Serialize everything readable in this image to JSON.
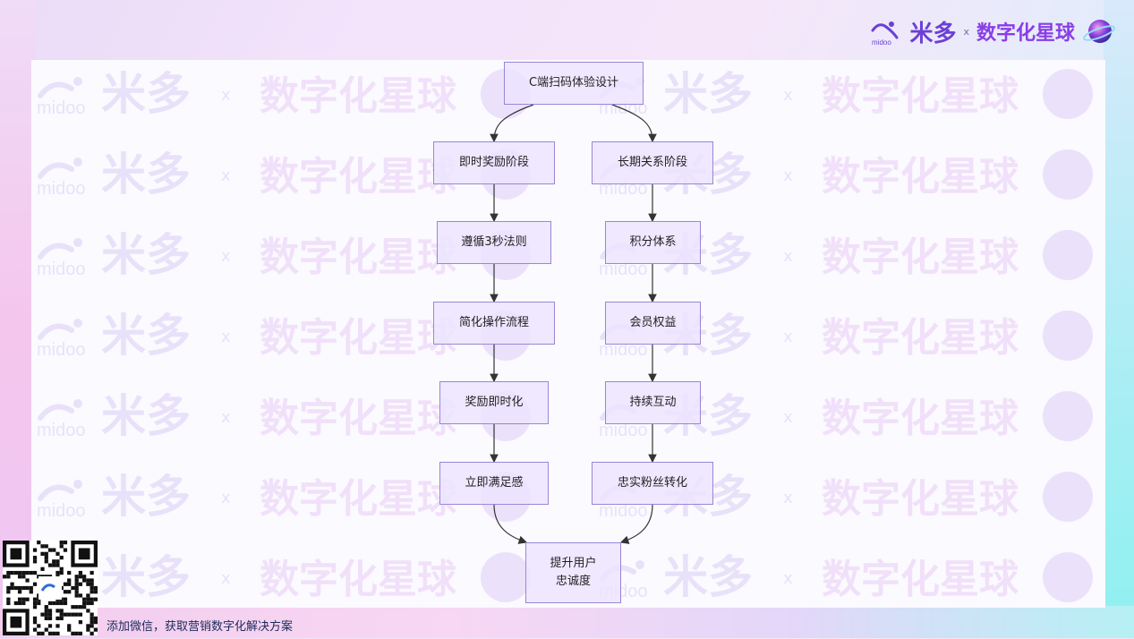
{
  "brand": {
    "logo_text": "米多",
    "logo_small": "midoo",
    "separator": "x",
    "partner": "数字化星球",
    "planet_icon": "planet-icon"
  },
  "watermark": {
    "brand": "米多",
    "small": "midoo",
    "x": "x",
    "partner": "数字化星球"
  },
  "flowchart": {
    "root": "C端扫码体验设计",
    "left_branch": [
      "即时奖励阶段",
      "遵循3秒法则",
      "简化操作流程",
      "奖励即时化",
      "立即满足感"
    ],
    "right_branch": [
      "长期关系阶段",
      "积分体系",
      "会员权益",
      "持续互动",
      "忠实粉丝转化"
    ],
    "merge": "提升用户\n忠诚度"
  },
  "footer": {
    "qr_icon": "qr-code",
    "cta": "添加微信，获取营销数字化解决方案"
  },
  "colors": {
    "node_fill": "#ece4ff",
    "node_border": "#9a86d6",
    "edge": "#333333",
    "brand_purple": "#6c3fd6",
    "accent_cyan": "#8ef0f0"
  }
}
